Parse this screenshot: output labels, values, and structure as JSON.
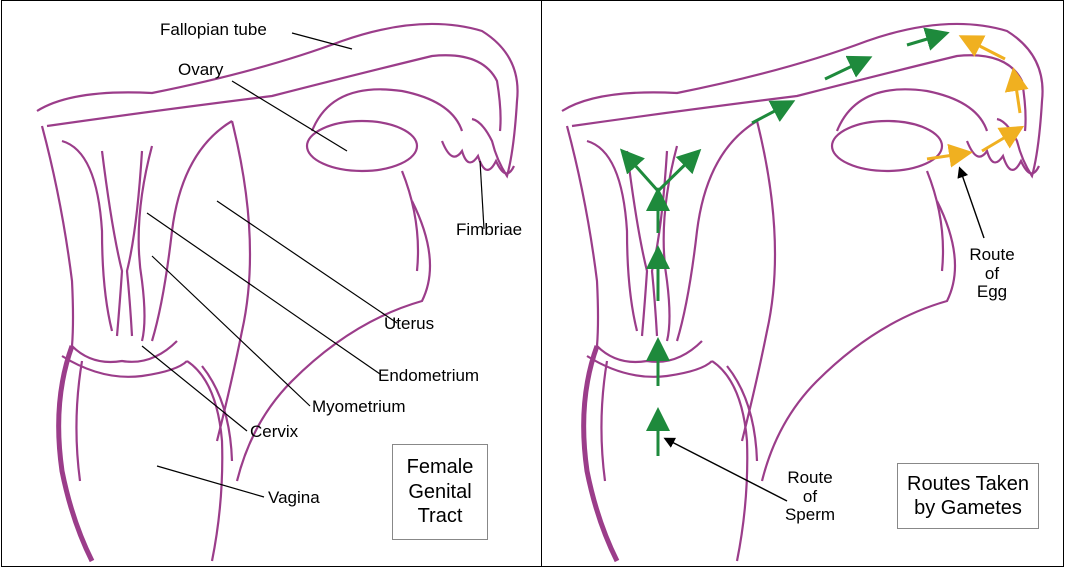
{
  "left_panel": {
    "labels": {
      "fallopian_tube": "Fallopian tube",
      "ovary": "Ovary",
      "fimbriae": "Fimbriae",
      "uterus": "Uterus",
      "endometrium": "Endometrium",
      "myometrium": "Myometrium",
      "cervix": "Cervix",
      "vagina": "Vagina"
    },
    "title_box": {
      "line1": "Female",
      "line2": "Genital",
      "line3": "Tract"
    }
  },
  "right_panel": {
    "route_egg": {
      "line1": "Route",
      "line2": "of",
      "line3": "Egg"
    },
    "route_sperm": {
      "line1": "Route",
      "line2": "of",
      "line3": "Sperm"
    },
    "title_box": {
      "line1": "Routes Taken",
      "line2": "by Gametes"
    }
  },
  "colors": {
    "anatomy_outline": "#9b3d8a",
    "sperm_arrow": "#1e8a3c",
    "egg_arrow": "#f0b020",
    "leader_line": "#000000"
  }
}
